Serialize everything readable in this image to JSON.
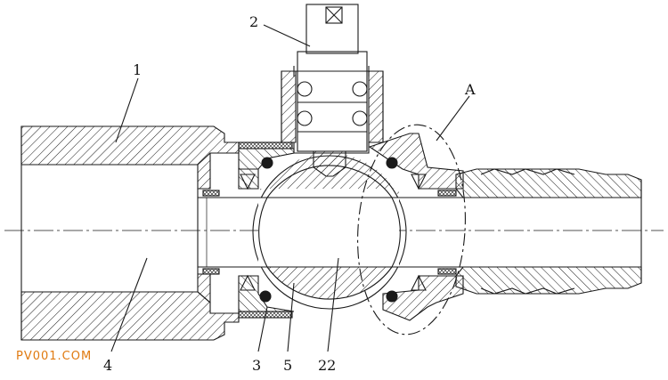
{
  "labels": {
    "part1": "1",
    "part2": "2",
    "part3": "3",
    "part4": "4",
    "part5": "5",
    "part22": "22",
    "detail": "A"
  },
  "watermark": {
    "text": "PV001.COM",
    "color": "#e07a10"
  },
  "colors": {
    "line": "#1a1a1a",
    "background": "#ffffff"
  }
}
